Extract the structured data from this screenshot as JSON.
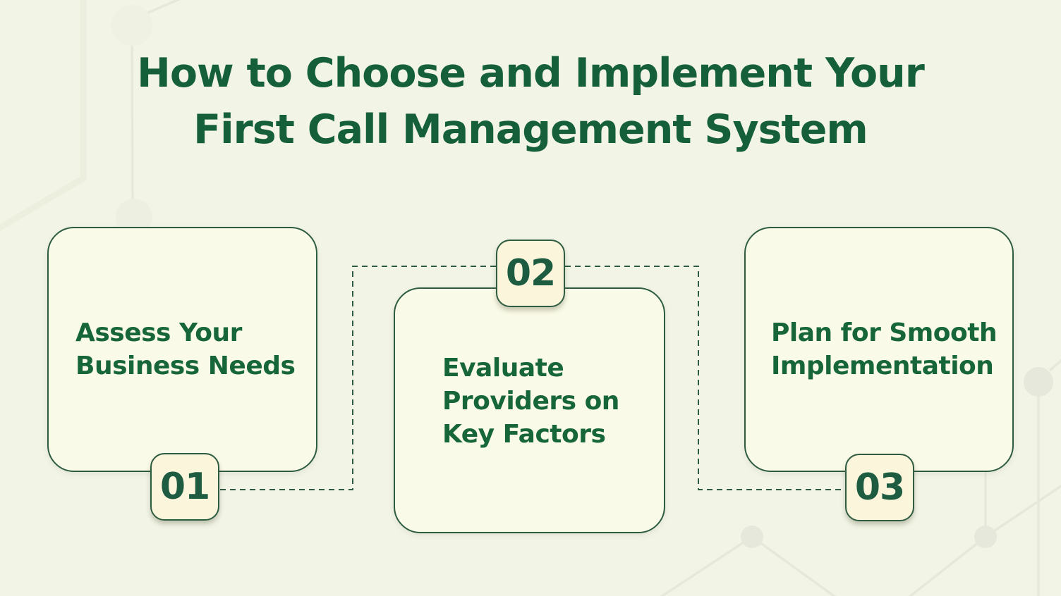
{
  "title": {
    "line1": "How to Choose and Implement Your",
    "line2": "First Call Management System"
  },
  "steps": [
    {
      "number": "01",
      "label": "Assess Your Business Needs",
      "lines": [
        "Assess Your",
        "Business Needs"
      ]
    },
    {
      "number": "02",
      "label": "Evaluate Providers on Key Factors",
      "lines": [
        "Evaluate",
        "Providers on",
        "Key Factors"
      ]
    },
    {
      "number": "03",
      "label": "Plan for Smooth Implementation",
      "lines": [
        "Plan for Smooth",
        "Implementation"
      ]
    }
  ],
  "colors": {
    "background": "#f2f4e6",
    "card_background": "#fafae8",
    "badge_background": "#fbf5dc",
    "heading_green": "#15603a",
    "body_green": "#17663a",
    "number_green": "#1e5c41",
    "border_green": "#2d5c41",
    "connector_green": "#2f5a43"
  }
}
